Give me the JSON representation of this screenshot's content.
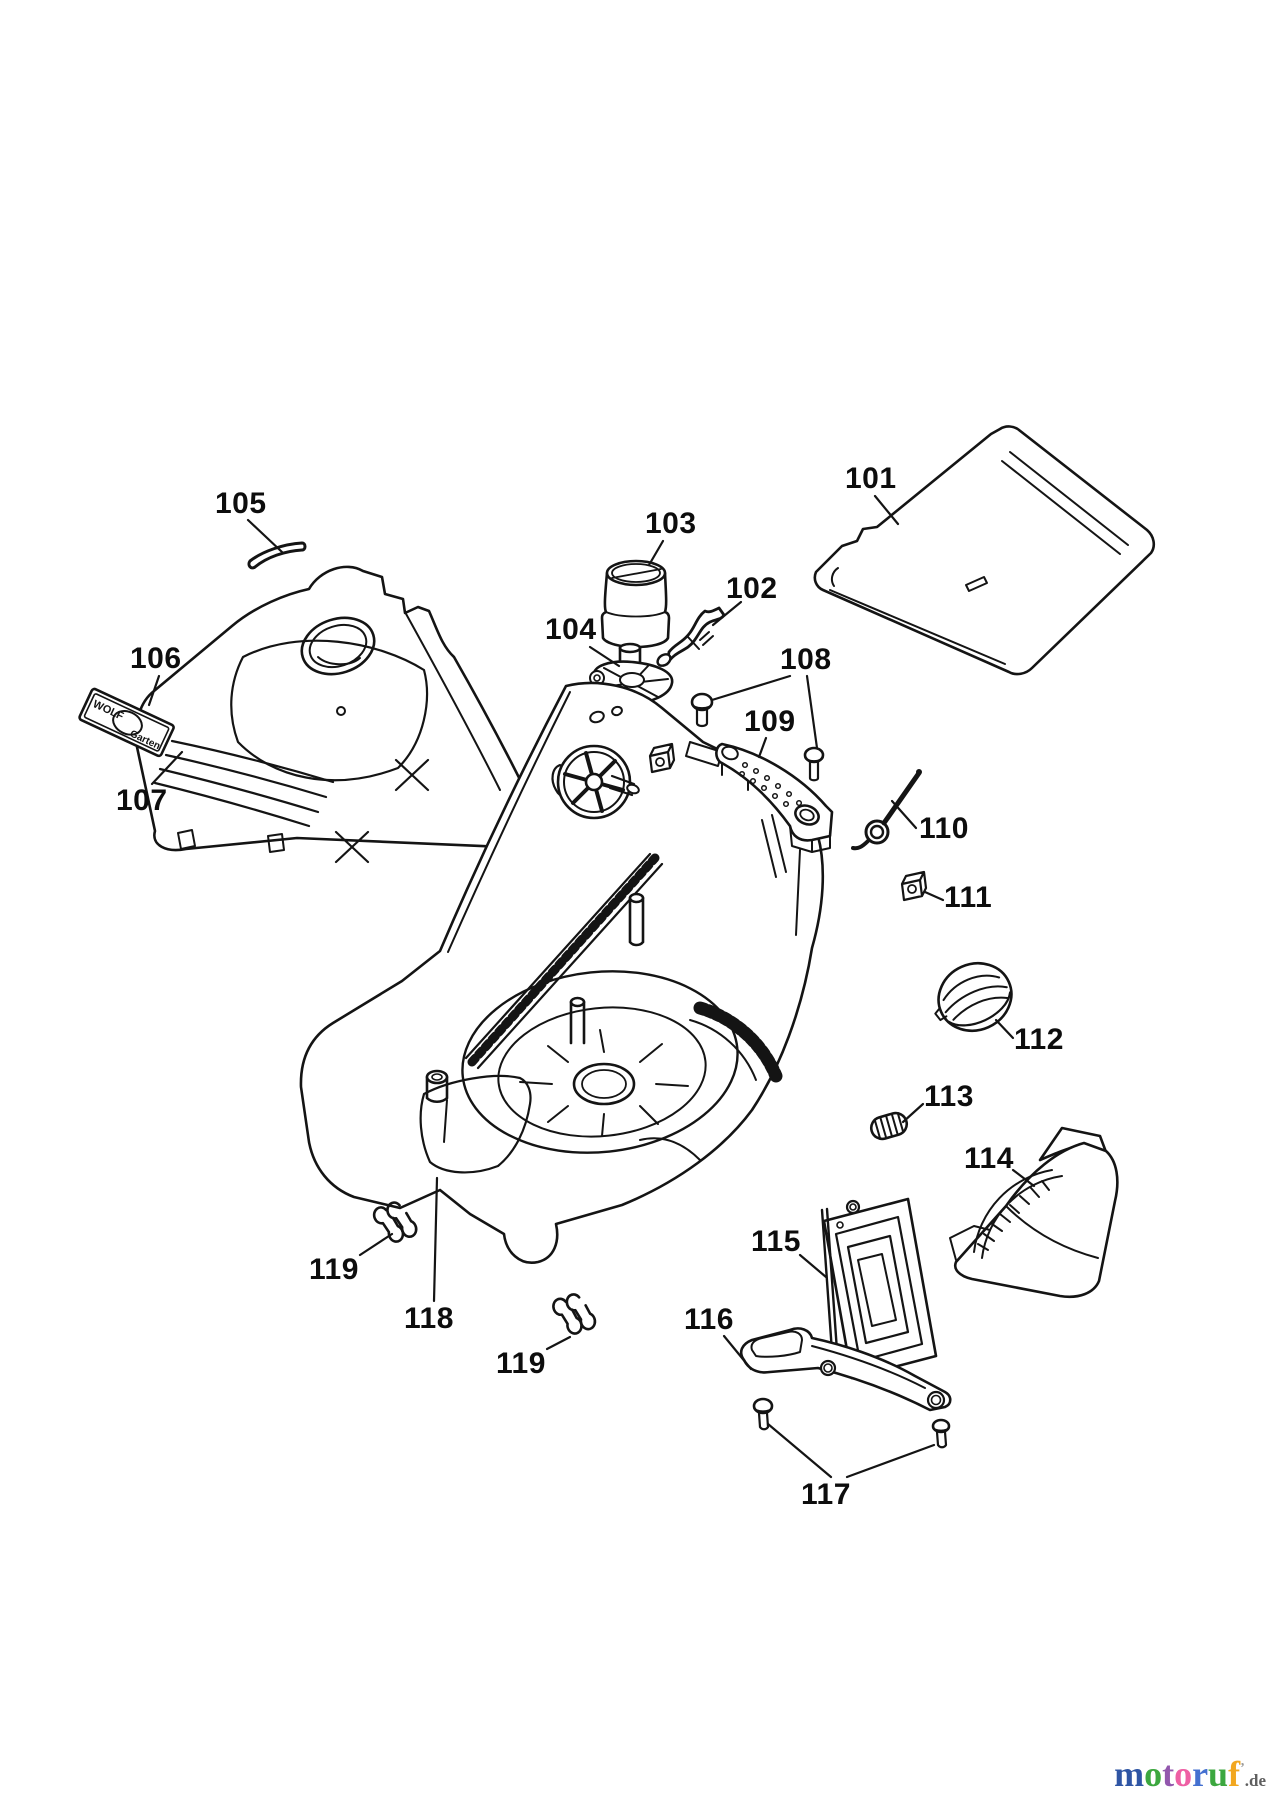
{
  "diagram": {
    "kind": "exploded-parts-diagram-lawn-mower-housing",
    "labels": [
      {
        "part": "101",
        "text": "101"
      },
      {
        "part": "102",
        "text": "102"
      },
      {
        "part": "103",
        "text": "103"
      },
      {
        "part": "104",
        "text": "104"
      },
      {
        "part": "105",
        "text": "105"
      },
      {
        "part": "106",
        "text": "106"
      },
      {
        "part": "107",
        "text": "107"
      },
      {
        "part": "108",
        "text": "108"
      },
      {
        "part": "109",
        "text": "109"
      },
      {
        "part": "110",
        "text": "110"
      },
      {
        "part": "111",
        "text": "111"
      },
      {
        "part": "112",
        "text": "112"
      },
      {
        "part": "113",
        "text": "113"
      },
      {
        "part": "114",
        "text": "114"
      },
      {
        "part": "115",
        "text": "115"
      },
      {
        "part": "116",
        "text": "116"
      },
      {
        "part": "117",
        "text": "117"
      },
      {
        "part": "118",
        "text": "118"
      },
      {
        "part": "119",
        "text": "119"
      },
      {
        "part": "119",
        "text": "119"
      }
    ],
    "sticker": {
      "line1": "WOLF",
      "line2": "Garten"
    },
    "watermark": {
      "letters": [
        {
          "ch": "m",
          "color": "#2f55a4"
        },
        {
          "ch": "o",
          "color": "#3ca73f"
        },
        {
          "ch": "t",
          "color": "#9257ad"
        },
        {
          "ch": "o",
          "color": "#ee5fa4"
        },
        {
          "ch": "r",
          "color": "#4470d0"
        },
        {
          "ch": "u",
          "color": "#3ca73f"
        },
        {
          "ch": "f",
          "color": "#f2a71f"
        }
      ],
      "tick": "’",
      "tick_color": "#9a9a9a",
      "suffix": ".de",
      "suffix_color": "#5f5f5f"
    }
  }
}
